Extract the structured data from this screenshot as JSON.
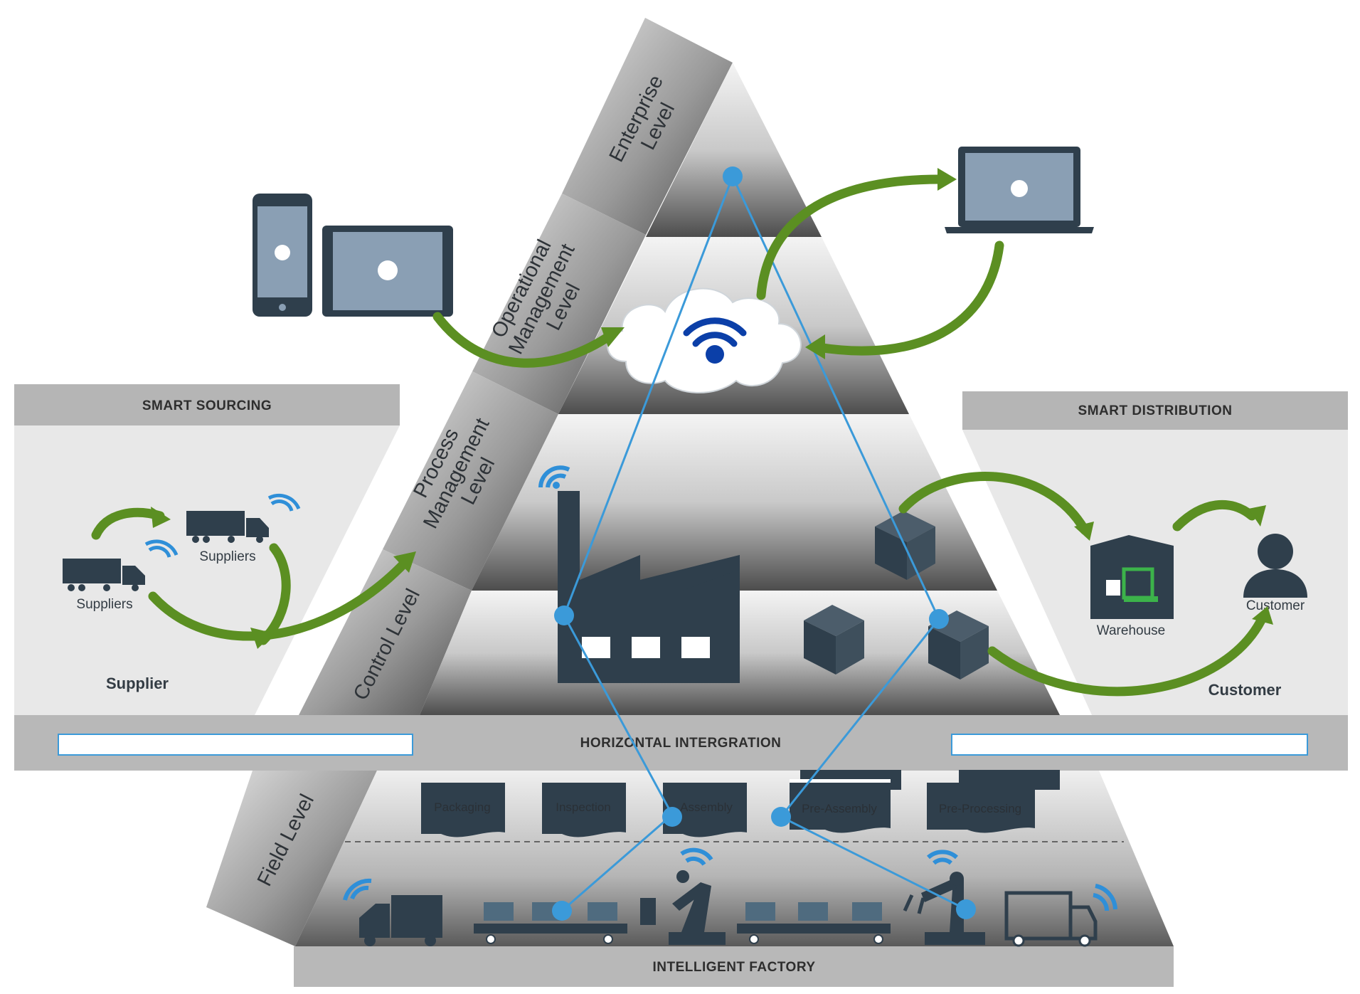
{
  "levels": {
    "enterprise": [
      "Enterprise",
      "Level"
    ],
    "operational": [
      "Operational",
      "Management",
      "Level"
    ],
    "process": [
      "Process",
      "Management",
      "Level"
    ],
    "control": "Control Level",
    "field": "Field Level"
  },
  "sourcing": {
    "title": "SMART  SOURCING",
    "suppliers_top": "Suppliers",
    "suppliers_bottom": "Suppliers",
    "footer": "Supplier"
  },
  "distribution": {
    "title": "SMART  DISTRIBUTION",
    "warehouse": "Warehouse",
    "customer_icon_label": "Customer",
    "footer": "Customer"
  },
  "horizontal_integration": "HORIZONTAL INTERGRATION",
  "intelligent_factory": "INTELLIGENT FACTORY",
  "processes": [
    "Packaging",
    "Inspection",
    "Assembly",
    "Pre-Assembly",
    "Pre-Processing"
  ],
  "colors": {
    "network_line": "#3b9ad9",
    "flow_arrow": "#5b8f22",
    "icon_dark": "#2f3f4c",
    "wireless": "#2f8fd8"
  }
}
